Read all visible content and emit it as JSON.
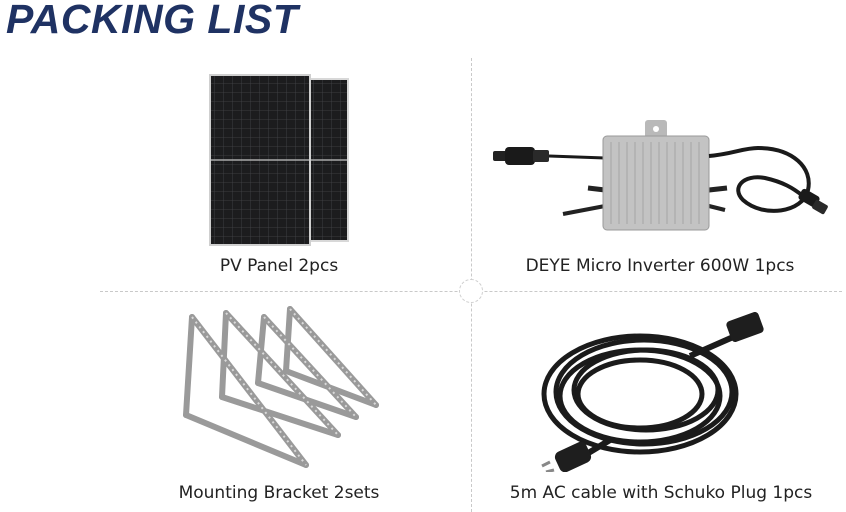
{
  "title": "PACKING LIST",
  "items": [
    {
      "label": "PV Panel 2pcs",
      "icon": "solar-panel-icon"
    },
    {
      "label": "DEYE Micro Inverter 600W 1pcs",
      "icon": "micro-inverter-icon"
    },
    {
      "label": "Mounting Bracket 2sets",
      "icon": "mounting-bracket-icon"
    },
    {
      "label": "5m AC cable with Schuko Plug 1pcs",
      "icon": "ac-cable-icon"
    }
  ],
  "colors": {
    "title": "#1f3263",
    "divider": "#c9c9c9"
  }
}
